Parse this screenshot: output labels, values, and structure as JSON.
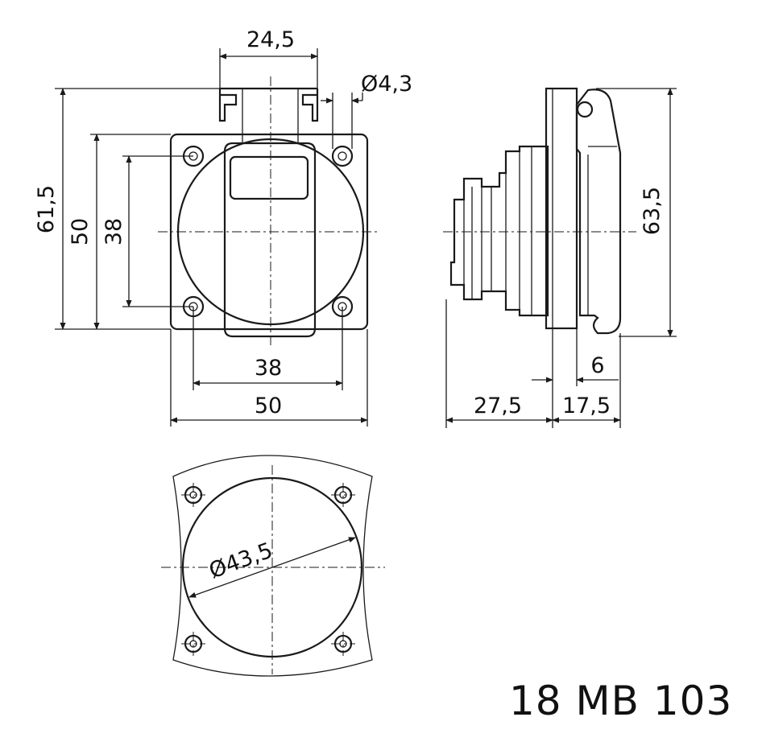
{
  "dimensions": {
    "front_top_width": "24,5",
    "hole_diameter": "Ø4,3",
    "front_total_height": "61,5",
    "front_frame_height": "50",
    "front_hole_pitch_vertical": "38",
    "front_hole_pitch_horizontal": "38",
    "front_frame_width": "50",
    "side_total_height": "63,5",
    "side_cover_depth": "6",
    "side_rear_depth": "27,5",
    "side_front_depth": "17,5",
    "cutout_diameter": "Ø43,5"
  },
  "model": "18 MB 103"
}
